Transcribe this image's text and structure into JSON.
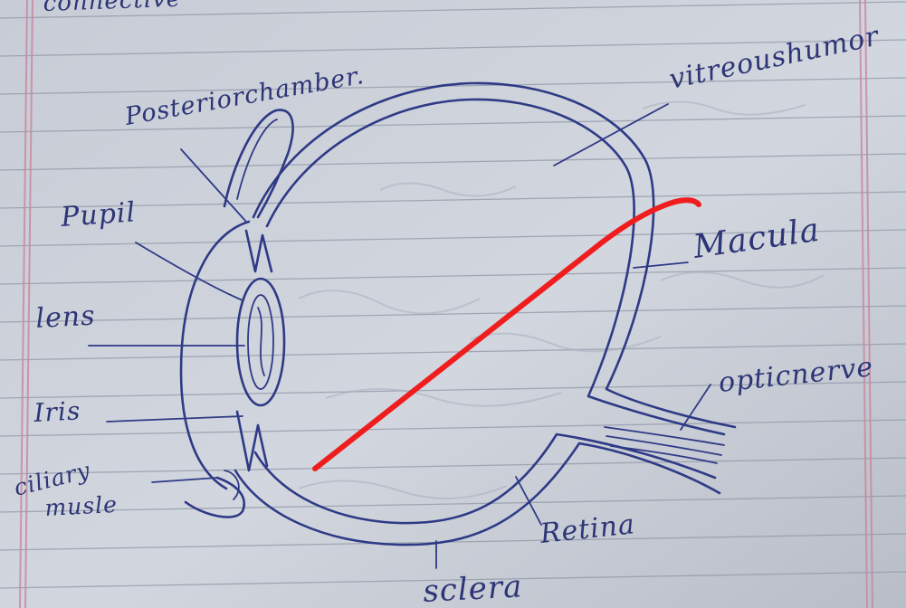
{
  "page_header_text": "connective",
  "colors": {
    "paper": "#c9ced8",
    "rule": "#8e96a6",
    "margin_line": "#c98aa0",
    "ink": "#2f3a86",
    "marker": "#ef1d1d"
  },
  "labels": {
    "posterior_chamber": "Posteriorchamber.",
    "vitreous_humor": "vitreoushumor",
    "pupil": "Pupil",
    "lens": "lens",
    "iris": "Iris",
    "ciliary_muscle_line1": "ciliary",
    "ciliary_muscle_line2": "musle",
    "macula": "Macula",
    "optic_nerve": "opticnerve",
    "retina": "Retina",
    "sclera": "sclera"
  }
}
